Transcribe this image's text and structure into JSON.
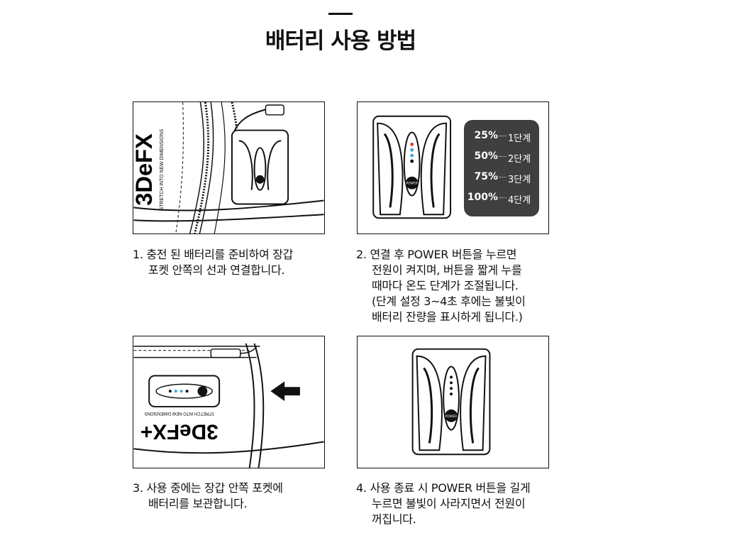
{
  "page": {
    "title": "배터리 사용 방법"
  },
  "panels": {
    "p1": {
      "brand_text": "3DeFX",
      "tagline": "STRETCH INTO NEW DIMENSIONS"
    },
    "p2": {
      "levels": [
        {
          "pct": "25%",
          "step": "1단계"
        },
        {
          "pct": "50%",
          "step": "2단계"
        },
        {
          "pct": "75%",
          "step": "3단계"
        },
        {
          "pct": "100%",
          "step": "4단계"
        }
      ],
      "power_label": "POWER"
    },
    "p3": {
      "brand_text": "3DeFX+",
      "tagline": "STRETCH INTO NEW DIMENSIONS"
    },
    "p4": {
      "power_label": "POWER"
    }
  },
  "captions": {
    "c1": [
      "1. 충전 된 배터리를 준비하여 장갑",
      "포켓 안쪽의 선과 연결합니다."
    ],
    "c2": [
      "2. 연결 후 POWER 버튼을 누르면",
      "전원이 켜지며, 버튼을 짧게 누를",
      "때마다 온도 단계가 조절됩니다.",
      "(단계 설정 3~4초 후에는 불빛이",
      "배터리 잔량을 표시하게 됩니다.)"
    ],
    "c3": [
      "3. 사용 중에는 장갑 안쪽 포켓에",
      "배터리를 보관합니다."
    ],
    "c4": [
      "4. 사용 종료 시 POWER 버튼을 길게",
      "누르면 불빛이 사라지면서 전원이",
      "꺼집니다."
    ]
  },
  "colors": {
    "ink": "#111111",
    "level_box": "#3f3f3f",
    "led_blue": "#3aa7e0",
    "led_red": "#e0443a"
  }
}
